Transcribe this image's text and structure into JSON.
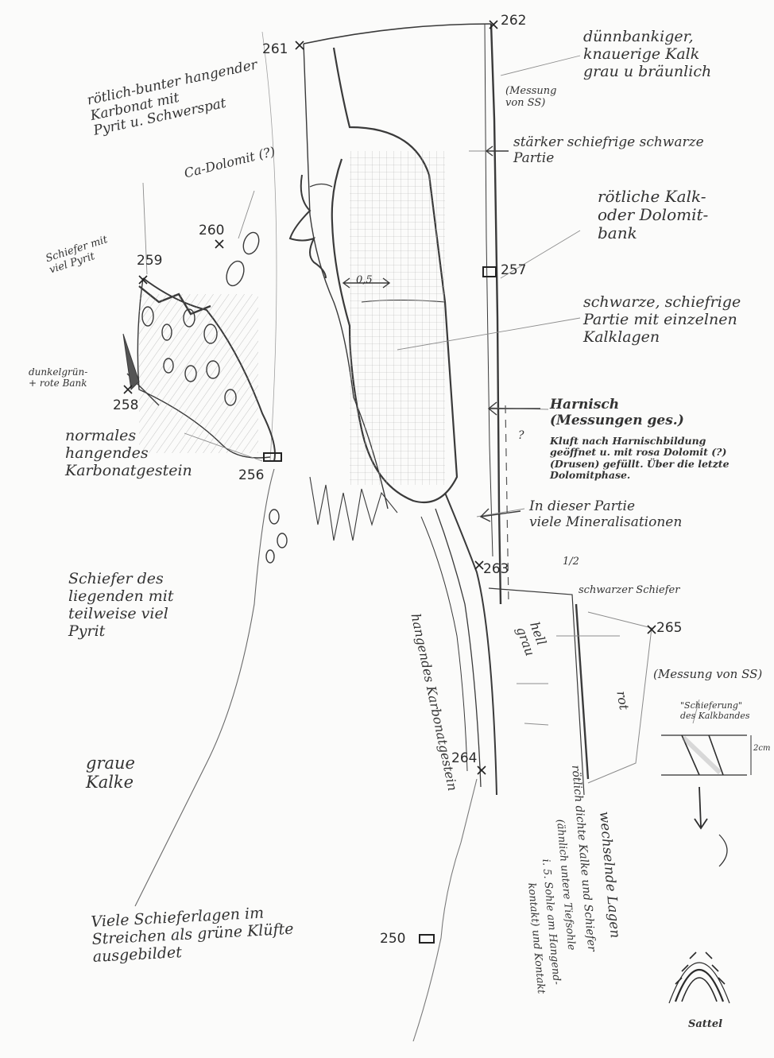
{
  "sample_points": {
    "p261": "261",
    "p262": "262",
    "p260": "260",
    "p259": "259",
    "p258": "258",
    "p257": "257",
    "p256": "256",
    "p263": "263",
    "p264": "264",
    "p265": "265",
    "p250": "250"
  },
  "labels": {
    "duennbankig": "dünnbankiger,\nknauerige Kalk\ngrau u bräunlich",
    "messung_top": "(Messung\nvon SS)",
    "roetlich_hang": "rötlich-bunter hangender\nKarbonat mit\nPyrit u. Schwerspat",
    "ca_dolomit": "Ca-Dolomit (?)",
    "staerker": "stärker schiefrige schwarze\nPartie",
    "roetliche_kalk": "rötliche Kalk-\noder Dolomit-\nbank",
    "schiefer_pyrit": "Schiefer mit\nviel Pyrit",
    "width_05": "0,5",
    "schwarze_partie": "schwarze, schiefrige\nPartie mit einzelnen\nKalklagen",
    "dunkelgruen": "dunkelgrün-\n+ rote Bank",
    "harnisch_title": "Harnisch\n(Messungen ges.)",
    "harnisch_detail": "Kluft nach Harnischbildung\ngeöffnet u. mit rosa Dolomit (?)\n(Drusen) gefüllt. Über die letzte\nDolomitphase.",
    "question_mark": "?",
    "normales": "normales\nhangendes\nKarbonatgestein",
    "in_dieser": "In dieser Partie\nviele Mineralisationen",
    "schiefer_liegenden": "Schiefer des\nliegenden mit\nteilweise viel\nPyrit",
    "l_mark": "1/2",
    "schwarzer_schiefer": "schwarzer Schiefer",
    "hangender_karbonat": "hangendes Karbonatgestein",
    "hell_grau": "hell\ngrau",
    "rot": "rot",
    "messung_ss": "(Messung von SS)",
    "schieferung_title": "\"Schieferung\"\ndes Kalkbandes",
    "mark_2cm": "2cm",
    "graue_kalke": "graue\nKalke",
    "roetlich_dichte": "rötlich dichte Kalke und Schiefer",
    "wechselnde": "wechselnde Lagen",
    "aehnlich": "(ähnlich untere Tiefsohle",
    "i5_sohle": "i. 5. Sohle am Hangend-",
    "kontakt": "kontakt) und Kontakt",
    "viele_schieferlagen": "Viele Schieferlagen im\nStreichen als grüne Klüfte\nausgebildet",
    "sattel": "Sattel"
  },
  "colors": {
    "pencil": "#3a3a3a",
    "paper": "#fbfbfa",
    "light_pencil": "#9a9a9a"
  }
}
